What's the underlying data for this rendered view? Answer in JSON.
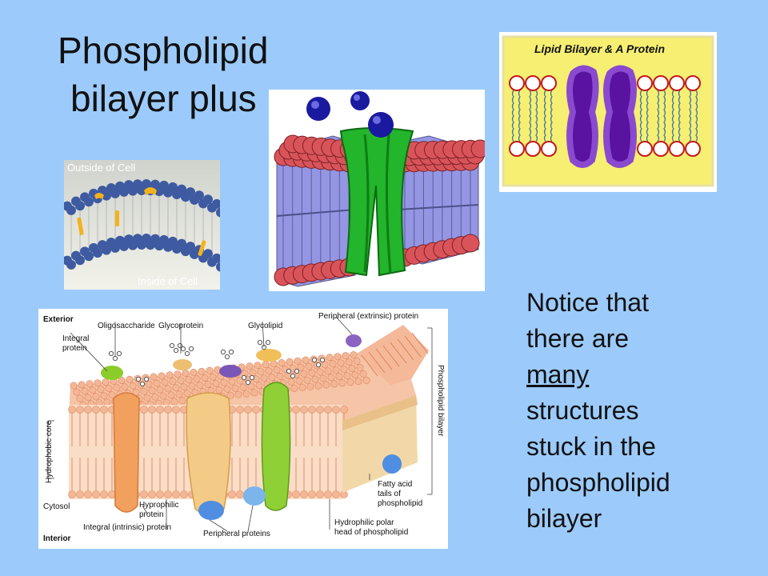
{
  "title": {
    "line1": "Phospholipid",
    "line2": "bilayer plus"
  },
  "notice": [
    "Notice that",
    "there are",
    "many",
    "structures",
    "stuck in the",
    "phospholipid",
    "bilayer"
  ],
  "small_figure": {
    "top_label": "Outside of Cell",
    "bottom_label": "Inside of Cell"
  },
  "protein_figure": {
    "title": "Lipid Bilayer & A Protein"
  },
  "membrane_figure": {
    "exterior": "Exterior",
    "interior": "Interior",
    "cytosol": "Cytosol",
    "hydrophobic_core": "Hydrophobic core",
    "phospholipid_bilayer": "Phospholipid bilayer",
    "oligosaccharide": "Oligosaccharide",
    "glycoprotein": "Glycoprotein",
    "glycolipid": "Glycolipid",
    "peripheral_extrinsic": "Peripheral (extrinsic) protein",
    "integral_1": "Integral",
    "integral_2": "protein",
    "hydrophilic_1": "Hyprophilic",
    "hydrophilic_2": "protein",
    "integral_intrinsic": "Integral (intrinsic) protein",
    "peripheral_proteins": "Peripheral proteins",
    "fatty_1": "Fatty acid",
    "fatty_2": "tails of",
    "fatty_3": "phospholipid",
    "polar_1": "Hydrophilic polar",
    "polar_2": "head of phospholipid"
  },
  "colors": {
    "background": "#9ccbfb",
    "channel_green": "#22b22a",
    "bilayer_head_red": "#d9545a",
    "bilayer_tail_purple": "#8a8ee0",
    "protein_purple": "#6a1aa8",
    "panel_yellow": "#f6ef72"
  }
}
